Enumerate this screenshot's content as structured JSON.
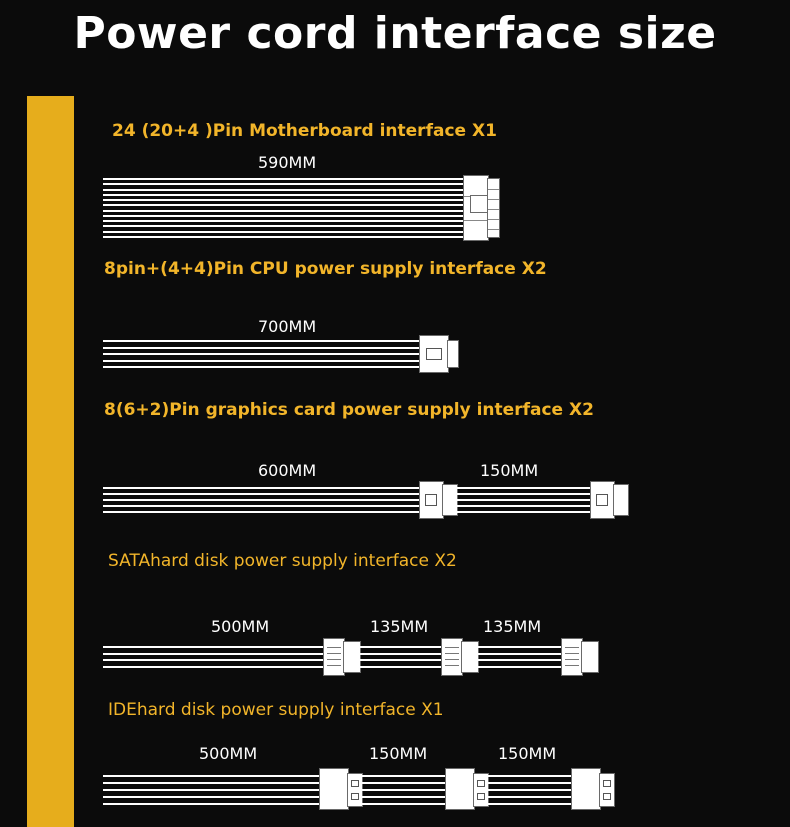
{
  "title": "Power cord  interface size",
  "sections": [
    {
      "heading": "24 (20+4 )Pin Motherboard interface X1",
      "lengths": [
        "590MM"
      ]
    },
    {
      "heading": "8pin+(4+4)Pin CPU power supply interface X2",
      "lengths": [
        "700MM"
      ]
    },
    {
      "heading": "8(6+2)Pin graphics card power supply interface X2",
      "lengths": [
        "600MM",
        "150MM"
      ]
    },
    {
      "heading": "SATAhard disk power supply interface X2",
      "lengths": [
        "500MM",
        "135MM",
        "135MM"
      ]
    },
    {
      "heading": "IDEhard disk power supply interface X1",
      "lengths": [
        "500MM",
        "150MM",
        "150MM"
      ]
    }
  ],
  "colors": {
    "accent": "#e6ad1c",
    "heading": "#f2b52a",
    "background": "#0b0b0b",
    "cable": "#ffffff"
  }
}
